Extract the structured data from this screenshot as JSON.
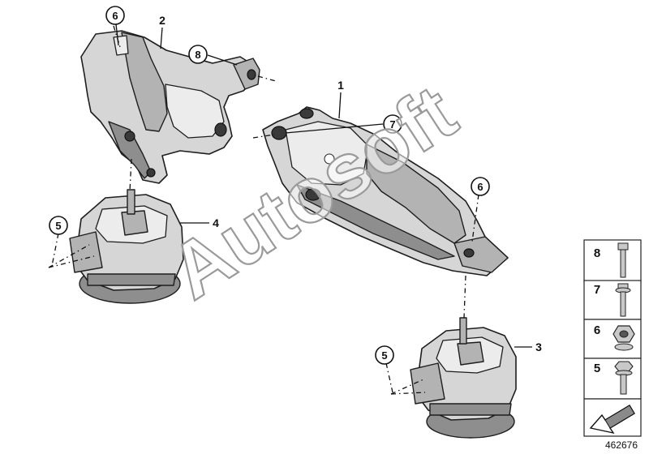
{
  "diagram": {
    "callouts": {
      "part_1": "1",
      "part_2": "2",
      "part_3": "3",
      "part_4": "4",
      "part_5_left": "5",
      "part_5_right": "5",
      "part_6_top": "6",
      "part_6_right": "6",
      "part_7": "7",
      "part_8": "8"
    },
    "watermark": "Autosoft",
    "document_number": "462676"
  },
  "legend": {
    "items": [
      {
        "number": "8",
        "icon": "bolt-icon"
      },
      {
        "number": "7",
        "icon": "flange-bolt-icon"
      },
      {
        "number": "6",
        "icon": "hex-nut-icon"
      },
      {
        "number": "5",
        "icon": "hex-bolt-icon"
      }
    ],
    "footer_icon": "arrow-icon"
  }
}
